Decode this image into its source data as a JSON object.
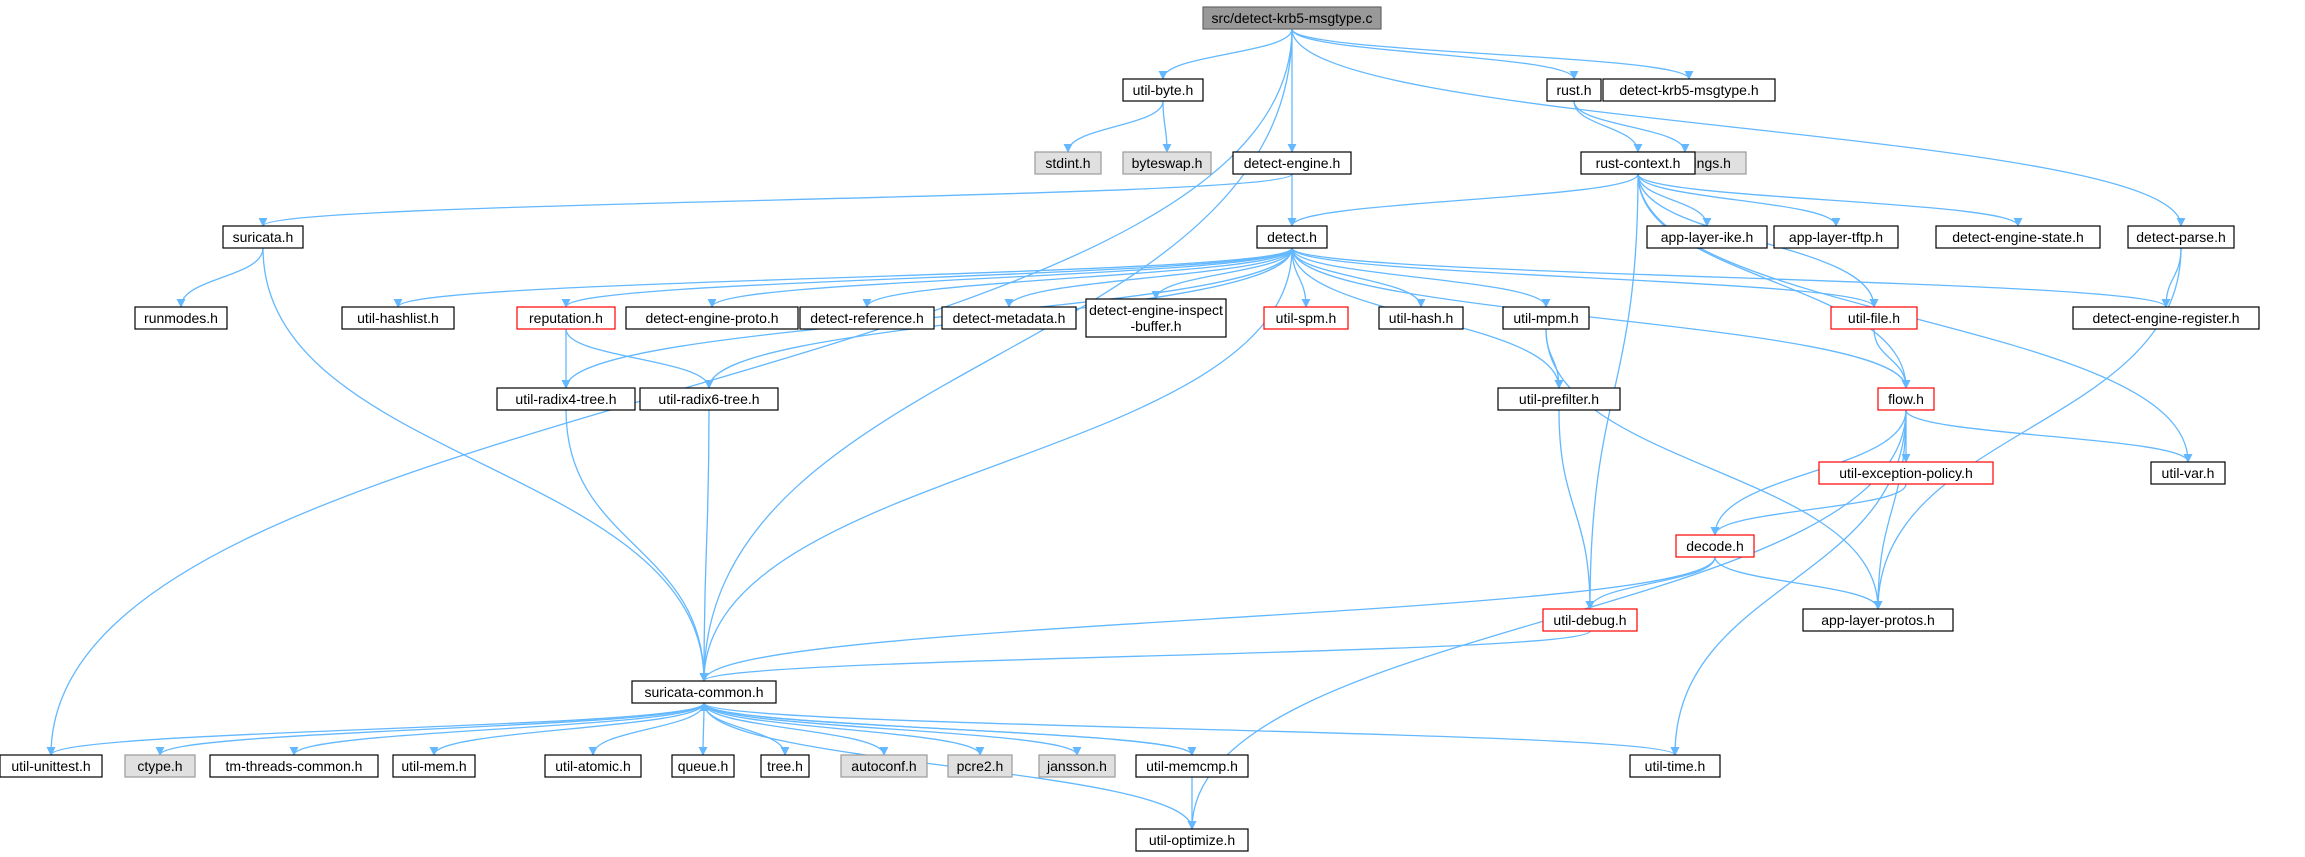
{
  "colors": {
    "edge": "#63b8ff",
    "node_fill": "#ffffff",
    "node_border": "#000000",
    "root_fill": "#999999",
    "root_border": "#666666",
    "system_fill": "#e0e0e0",
    "system_border": "#999999",
    "truncated_border": "#ff0000"
  },
  "nodes": [
    {
      "id": "root",
      "label": "src/detect-krb5-msgtype.c",
      "kind": "root"
    },
    {
      "id": "util_byte",
      "label": "util-byte.h",
      "kind": "normal"
    },
    {
      "id": "rust",
      "label": "rust.h",
      "kind": "normal"
    },
    {
      "id": "detect_krb5_h",
      "label": "detect-krb5-msgtype.h",
      "kind": "normal"
    },
    {
      "id": "stdint",
      "label": "stdint.h",
      "kind": "system"
    },
    {
      "id": "byteswap",
      "label": "byteswap.h",
      "kind": "system"
    },
    {
      "id": "rust_bindings",
      "label": "rust-bindings.h",
      "kind": "system"
    },
    {
      "id": "detect_engine",
      "label": "detect-engine.h",
      "kind": "normal"
    },
    {
      "id": "rust_context",
      "label": "rust-context.h",
      "kind": "normal"
    },
    {
      "id": "suricata",
      "label": "suricata.h",
      "kind": "normal"
    },
    {
      "id": "detect",
      "label": "detect.h",
      "kind": "normal"
    },
    {
      "id": "app_layer_ike",
      "label": "app-layer-ike.h",
      "kind": "normal"
    },
    {
      "id": "app_layer_tftp",
      "label": "app-layer-tftp.h",
      "kind": "normal"
    },
    {
      "id": "detect_engine_state",
      "label": "detect-engine-state.h",
      "kind": "normal"
    },
    {
      "id": "detect_parse",
      "label": "detect-parse.h",
      "kind": "normal"
    },
    {
      "id": "runmodes",
      "label": "runmodes.h",
      "kind": "normal"
    },
    {
      "id": "util_hashlist",
      "label": "util-hashlist.h",
      "kind": "normal"
    },
    {
      "id": "reputation",
      "label": "reputation.h",
      "kind": "truncated"
    },
    {
      "id": "detect_engine_proto",
      "label": "detect-engine-proto.h",
      "kind": "normal"
    },
    {
      "id": "detect_reference",
      "label": "detect-reference.h",
      "kind": "normal"
    },
    {
      "id": "detect_metadata",
      "label": "detect-metadata.h",
      "kind": "normal"
    },
    {
      "id": "detect_engine_inspect",
      "label": "detect-engine-inspect\n-buffer.h",
      "kind": "normal"
    },
    {
      "id": "util_spm",
      "label": "util-spm.h",
      "kind": "truncated"
    },
    {
      "id": "util_hash",
      "label": "util-hash.h",
      "kind": "normal"
    },
    {
      "id": "util_mpm",
      "label": "util-mpm.h",
      "kind": "normal"
    },
    {
      "id": "util_file",
      "label": "util-file.h",
      "kind": "truncated"
    },
    {
      "id": "detect_engine_register",
      "label": "detect-engine-register.h",
      "kind": "normal"
    },
    {
      "id": "util_radix4",
      "label": "util-radix4-tree.h",
      "kind": "normal"
    },
    {
      "id": "util_radix6",
      "label": "util-radix6-tree.h",
      "kind": "normal"
    },
    {
      "id": "util_prefilter",
      "label": "util-prefilter.h",
      "kind": "normal"
    },
    {
      "id": "flow",
      "label": "flow.h",
      "kind": "truncated"
    },
    {
      "id": "util_exception_policy",
      "label": "util-exception-policy.h",
      "kind": "truncated"
    },
    {
      "id": "util_var",
      "label": "util-var.h",
      "kind": "normal"
    },
    {
      "id": "decode",
      "label": "decode.h",
      "kind": "truncated"
    },
    {
      "id": "util_debug",
      "label": "util-debug.h",
      "kind": "truncated"
    },
    {
      "id": "app_layer_protos",
      "label": "app-layer-protos.h",
      "kind": "normal"
    },
    {
      "id": "suricata_common",
      "label": "suricata-common.h",
      "kind": "normal"
    },
    {
      "id": "util_unittest",
      "label": "util-unittest.h",
      "kind": "normal"
    },
    {
      "id": "ctype",
      "label": "ctype.h",
      "kind": "system"
    },
    {
      "id": "tm_threads_common",
      "label": "tm-threads-common.h",
      "kind": "normal"
    },
    {
      "id": "util_mem",
      "label": "util-mem.h",
      "kind": "normal"
    },
    {
      "id": "util_atomic",
      "label": "util-atomic.h",
      "kind": "normal"
    },
    {
      "id": "queue",
      "label": "queue.h",
      "kind": "normal"
    },
    {
      "id": "tree",
      "label": "tree.h",
      "kind": "normal"
    },
    {
      "id": "autoconf",
      "label": "autoconf.h",
      "kind": "system"
    },
    {
      "id": "pcre2",
      "label": "pcre2.h",
      "kind": "system"
    },
    {
      "id": "jansson",
      "label": "jansson.h",
      "kind": "system"
    },
    {
      "id": "util_memcmp",
      "label": "util-memcmp.h",
      "kind": "normal"
    },
    {
      "id": "util_time",
      "label": "util-time.h",
      "kind": "normal"
    },
    {
      "id": "util_optimize",
      "label": "util-optimize.h",
      "kind": "normal"
    }
  ],
  "edges": [
    [
      "root",
      "util_byte"
    ],
    [
      "root",
      "rust"
    ],
    [
      "root",
      "detect_krb5_h"
    ],
    [
      "root",
      "detect_engine"
    ],
    [
      "root",
      "detect_parse"
    ],
    [
      "root",
      "suricata_common"
    ],
    [
      "root",
      "util_unittest"
    ],
    [
      "util_byte",
      "stdint"
    ],
    [
      "util_byte",
      "byteswap"
    ],
    [
      "rust",
      "rust_bindings"
    ],
    [
      "rust",
      "rust_context"
    ],
    [
      "detect_engine",
      "detect"
    ],
    [
      "detect_engine",
      "suricata"
    ],
    [
      "rust_context",
      "detect"
    ],
    [
      "rust_context",
      "app_layer_ike"
    ],
    [
      "rust_context",
      "app_layer_tftp"
    ],
    [
      "rust_context",
      "detect_engine_state"
    ],
    [
      "rust_context",
      "util_file"
    ],
    [
      "rust_context",
      "flow"
    ],
    [
      "rust_context",
      "util_var"
    ],
    [
      "rust_context",
      "util_debug"
    ],
    [
      "suricata",
      "runmodes"
    ],
    [
      "suricata",
      "suricata_common"
    ],
    [
      "detect_parse",
      "detect_engine_register"
    ],
    [
      "detect_parse",
      "app_layer_protos"
    ],
    [
      "detect",
      "util_hashlist"
    ],
    [
      "detect",
      "reputation"
    ],
    [
      "detect",
      "detect_engine_proto"
    ],
    [
      "detect",
      "detect_reference"
    ],
    [
      "detect",
      "detect_metadata"
    ],
    [
      "detect",
      "detect_engine_inspect"
    ],
    [
      "detect",
      "util_spm"
    ],
    [
      "detect",
      "util_hash"
    ],
    [
      "detect",
      "util_mpm"
    ],
    [
      "detect",
      "util_file"
    ],
    [
      "detect",
      "detect_engine_register"
    ],
    [
      "detect",
      "util_radix4"
    ],
    [
      "detect",
      "util_radix6"
    ],
    [
      "detect",
      "util_prefilter"
    ],
    [
      "detect",
      "flow"
    ],
    [
      "detect",
      "suricata_common"
    ],
    [
      "reputation",
      "util_radix4"
    ],
    [
      "reputation",
      "util_radix6"
    ],
    [
      "util_mpm",
      "util_prefilter"
    ],
    [
      "util_mpm",
      "app_layer_protos"
    ],
    [
      "util_file",
      "flow"
    ],
    [
      "util_radix4",
      "suricata_common"
    ],
    [
      "util_radix6",
      "suricata_common"
    ],
    [
      "util_prefilter",
      "util_debug"
    ],
    [
      "flow",
      "util_exception_policy"
    ],
    [
      "flow",
      "decode"
    ],
    [
      "flow",
      "util_var"
    ],
    [
      "flow",
      "app_layer_protos"
    ],
    [
      "flow",
      "util_time"
    ],
    [
      "flow",
      "util_optimize"
    ],
    [
      "util_exception_policy",
      "decode"
    ],
    [
      "decode",
      "util_debug"
    ],
    [
      "decode",
      "app_layer_protos"
    ],
    [
      "decode",
      "suricata_common"
    ],
    [
      "util_debug",
      "suricata_common"
    ],
    [
      "suricata_common",
      "util_unittest"
    ],
    [
      "suricata_common",
      "ctype"
    ],
    [
      "suricata_common",
      "tm_threads_common"
    ],
    [
      "suricata_common",
      "util_mem"
    ],
    [
      "suricata_common",
      "util_atomic"
    ],
    [
      "suricata_common",
      "queue"
    ],
    [
      "suricata_common",
      "tree"
    ],
    [
      "suricata_common",
      "autoconf"
    ],
    [
      "suricata_common",
      "pcre2"
    ],
    [
      "suricata_common",
      "jansson"
    ],
    [
      "suricata_common",
      "util_memcmp"
    ],
    [
      "suricata_common",
      "util_time"
    ],
    [
      "suricata_common",
      "util_optimize"
    ],
    [
      "util_memcmp",
      "suricata_common"
    ],
    [
      "util_memcmp",
      "util_optimize"
    ]
  ]
}
